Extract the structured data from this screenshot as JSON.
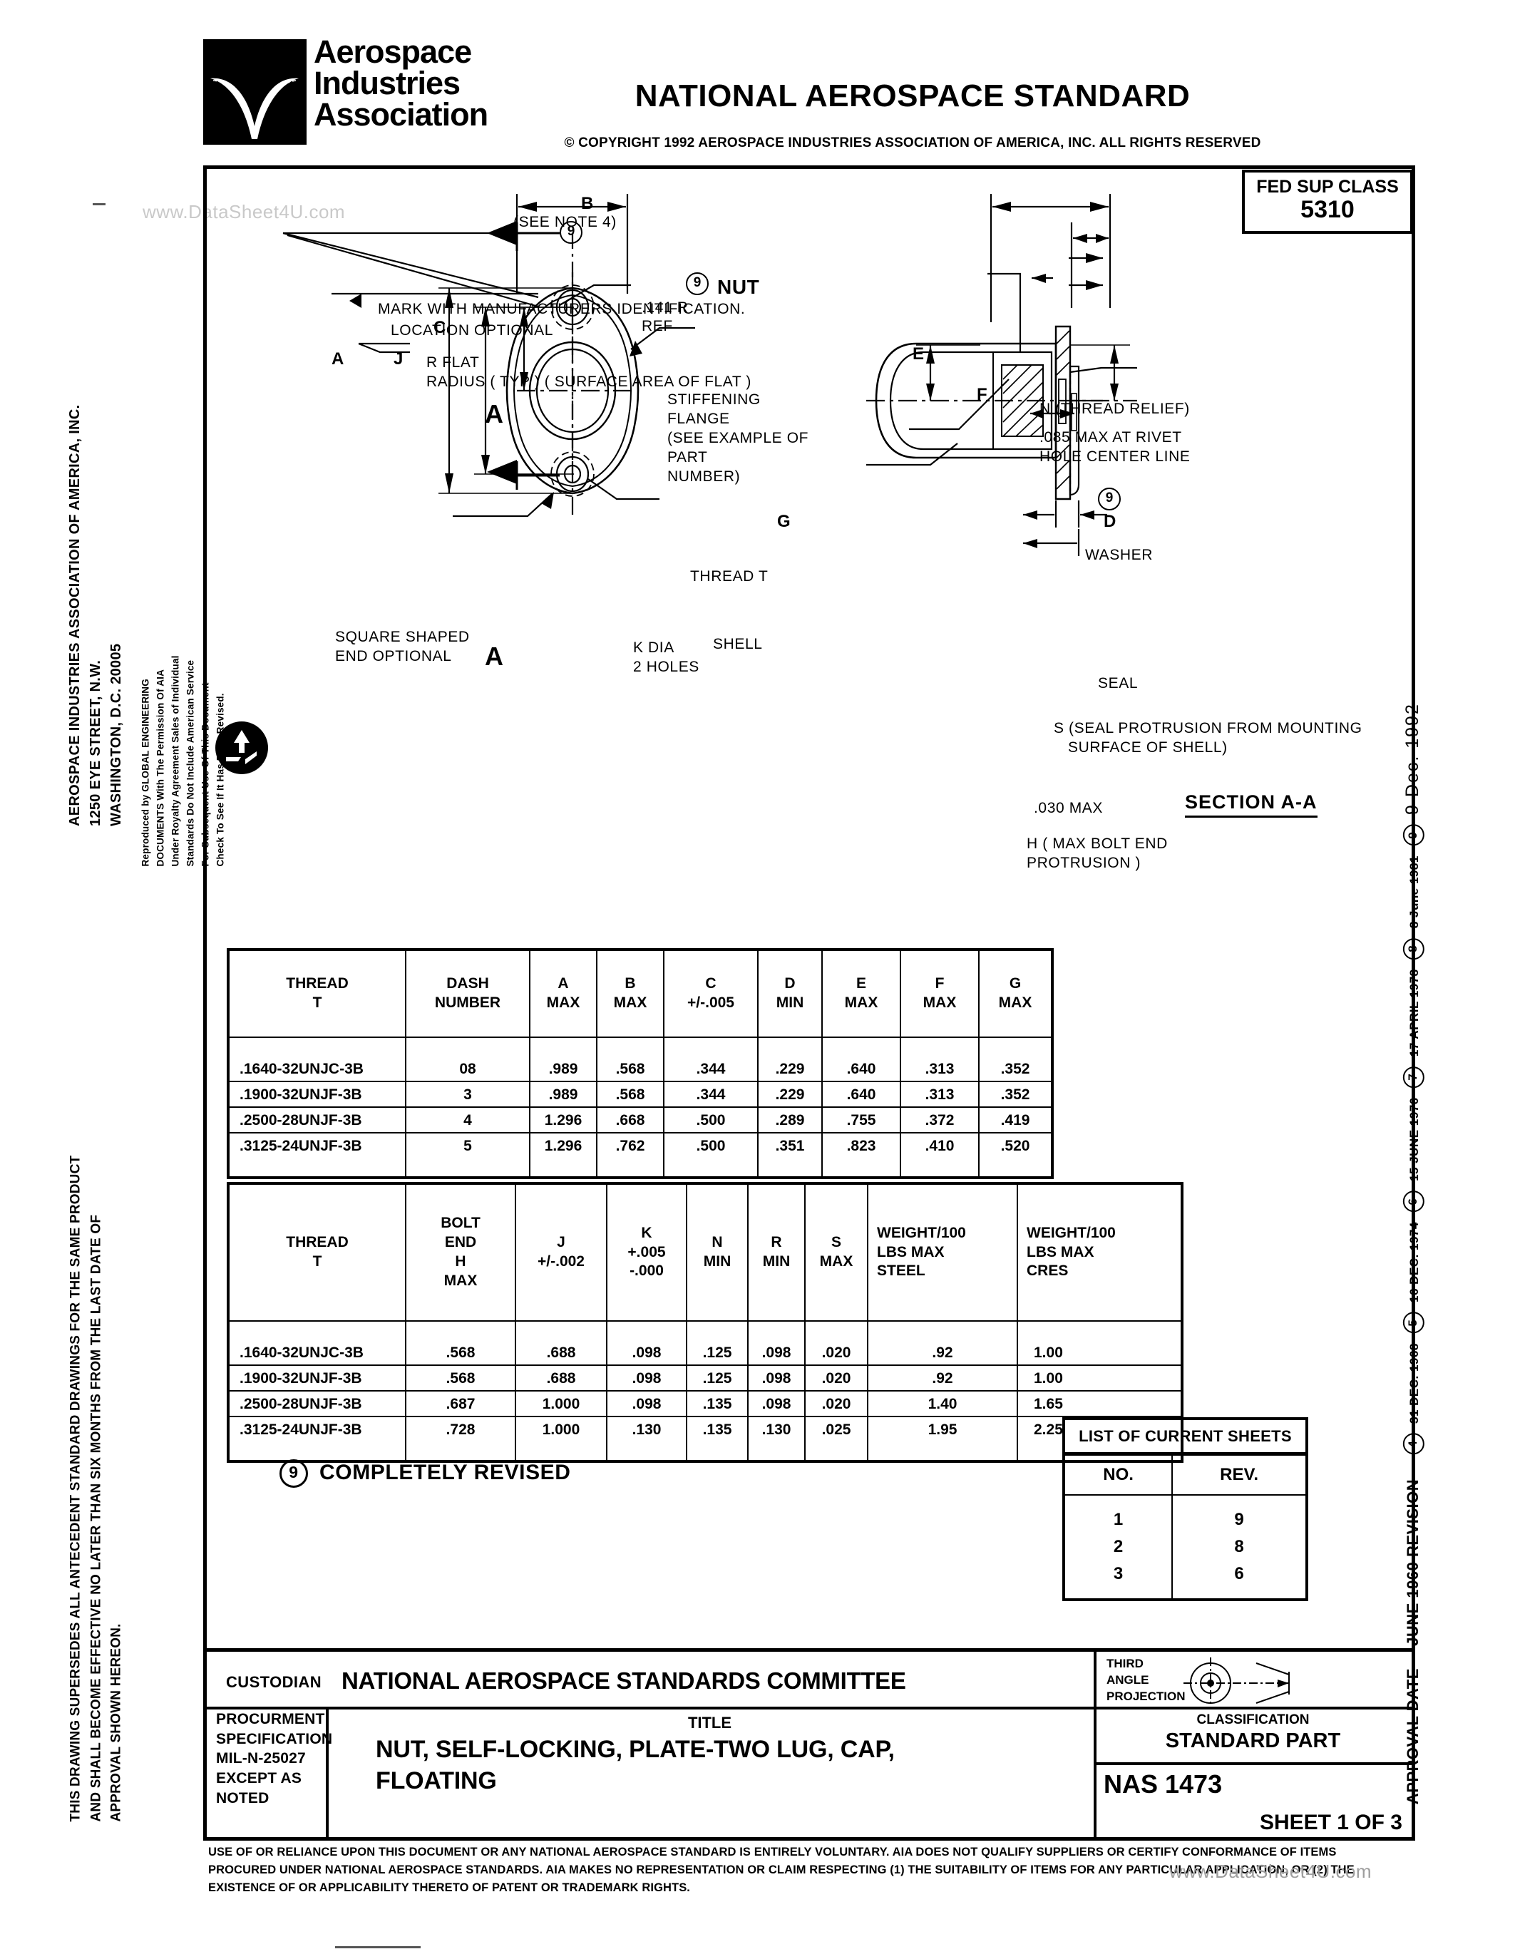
{
  "header": {
    "logo_lines": [
      "Aerospace",
      "Industries",
      "Association"
    ],
    "title": "NATIONAL AEROSPACE STANDARD",
    "copyright": "COPYRIGHT 1992 AEROSPACE INDUSTRIES ASSOCIATION OF AMERICA, INC. ALL RIGHTS RESERVED",
    "copyright_symbol": "©",
    "fed_sup": {
      "label": "FED SUP CLASS",
      "value": "5310"
    }
  },
  "left_margin": {
    "address": [
      "AEROSPACE INDUSTRIES ASSOCIATION OF AMERICA, INC.",
      "1250 EYE STREET, N.W.",
      "WASHINGTON, D.C. 20005"
    ],
    "reproduction_note": [
      "Reproduced by GLOBAL ENGINEERING",
      "DOCUMENTS With The Permission Of AIA",
      "Under Royalty Agreement Sales of Individual",
      "Standards Do Not Include American Service",
      "For Subsequent Use Of This Document",
      "Check To See If It Has Been Revised."
    ],
    "supersede_note": [
      "THIS DRAWING SUPERSEDES ALL ANTECEDENT STANDARD DRAWINGS FOR THE SAME PRODUCT",
      "AND SHALL BECOME EFFECTIVE NO LATER THAN SIX MONTHS FROM THE LAST DATE OF",
      "APPROVAL SHOWN HEREON."
    ]
  },
  "right_margin": {
    "approval_label": "APPROVAL DATE",
    "base_revision": "JUNE 1960 REVISION",
    "revisions": [
      {
        "num": "4",
        "date": "31 DEC. 1968"
      },
      {
        "num": "5",
        "date": "16 DEC. 1974"
      },
      {
        "num": "6",
        "date": "15 JUNE 1976"
      },
      {
        "num": "7",
        "date": "17 APRIL 1978"
      },
      {
        "num": "8",
        "date": "8 June 1981"
      },
      {
        "num": "9",
        "date": "9 Dec. 1992"
      }
    ]
  },
  "drawing": {
    "labels": [
      "MARK WITH MANUFACTURERS IDENTIFICATION.",
      "LOCATION OPTIONAL",
      "R FLAT",
      "RADIUS ( TYP ) ( SURFACE AREA OF FLAT )",
      "(SEE NOTE 4)",
      ".141 R",
      "REF",
      "NUT",
      "STIFFENING",
      "FLANGE",
      "(SEE EXAMPLE OF",
      "PART",
      "NUMBER)",
      "THREAD T",
      "SHELL",
      "SQUARE SHAPED",
      "END OPTIONAL",
      "K DIA",
      "2 HOLES",
      "N (THREAD RELIEF)",
      ".085 MAX AT RIVET",
      "HOLE CENTER LINE",
      "WASHER",
      "SEAL",
      "S (SEAL PROTRUSION FROM MOUNTING",
      "SURFACE OF SHELL)",
      ".030 MAX",
      "SECTION A-A",
      "H ( MAX  BOLT END",
      "PROTRUSION )"
    ],
    "dimension_letters": [
      "A",
      "B",
      "C",
      "D",
      "E",
      "F",
      "G",
      "J",
      "A",
      "A"
    ],
    "section_mark": "A",
    "revision_balloon": "9"
  },
  "table1": {
    "headers": [
      [
        "THREAD",
        "T"
      ],
      [
        "DASH",
        "NUMBER"
      ],
      [
        "A",
        "MAX"
      ],
      [
        "B",
        "MAX"
      ],
      [
        "C",
        "+/-.005"
      ],
      [
        "D",
        "MIN"
      ],
      [
        "E",
        "MAX"
      ],
      [
        "F",
        "MAX"
      ],
      [
        "G",
        "MAX"
      ]
    ],
    "rows": [
      [
        ".1640-32UNJC-3B",
        "08",
        ".989",
        ".568",
        ".344",
        ".229",
        ".640",
        ".313",
        ".352"
      ],
      [
        ".1900-32UNJF-3B",
        "3",
        ".989",
        ".568",
        ".344",
        ".229",
        ".640",
        ".313",
        ".352"
      ],
      [
        ".2500-28UNJF-3B",
        "4",
        "1.296",
        ".668",
        ".500",
        ".289",
        ".755",
        ".372",
        ".419"
      ],
      [
        ".3125-24UNJF-3B",
        "5",
        "1.296",
        ".762",
        ".500",
        ".351",
        ".823",
        ".410",
        ".520"
      ]
    ]
  },
  "table2": {
    "headers": [
      [
        "THREAD",
        "T"
      ],
      [
        "BOLT",
        "END",
        "H",
        "MAX"
      ],
      [
        "J",
        "+/-.002"
      ],
      [
        "K",
        "+.005",
        "-.000"
      ],
      [
        "N",
        "MIN"
      ],
      [
        "R",
        "MIN"
      ],
      [
        "S",
        "MAX"
      ],
      [
        "WEIGHT/100",
        "LBS MAX",
        "STEEL"
      ],
      [
        "WEIGHT/100",
        "LBS MAX",
        "CRES"
      ]
    ],
    "rows": [
      [
        ".1640-32UNJC-3B",
        ".568",
        ".688",
        ".098",
        ".125",
        ".098",
        ".020",
        ".92",
        "1.00"
      ],
      [
        ".1900-32UNJF-3B",
        ".568",
        ".688",
        ".098",
        ".125",
        ".098",
        ".020",
        ".92",
        "1.00"
      ],
      [
        ".2500-28UNJF-3B",
        ".687",
        "1.000",
        ".098",
        ".135",
        ".098",
        ".020",
        "1.40",
        "1.65"
      ],
      [
        ".3125-24UNJF-3B",
        ".728",
        "1.000",
        ".130",
        ".135",
        ".130",
        ".025",
        "1.95",
        "2.25"
      ]
    ]
  },
  "sheets_list": {
    "title": "LIST OF CURRENT SHEETS",
    "col_no": "NO.",
    "col_rev": "REV.",
    "rows": [
      {
        "no": "1",
        "rev": "9"
      },
      {
        "no": "2",
        "rev": "8"
      },
      {
        "no": "3",
        "rev": "6"
      }
    ]
  },
  "revised_note": {
    "balloon": "9",
    "text": "COMPLETELY REVISED"
  },
  "title_block": {
    "custodian_label": "CUSTODIAN",
    "custodian_value": "NATIONAL AEROSPACE STANDARDS COMMITTEE",
    "projection_label": [
      "THIRD",
      "ANGLE",
      "PROJECTION"
    ],
    "procurement": [
      "PROCURMENT",
      "SPECIFICATION",
      "MIL-N-25027",
      "EXCEPT AS",
      "NOTED"
    ],
    "title_label": "TITLE",
    "title_value_line1": "NUT, SELF-LOCKING, PLATE-TWO LUG, CAP,",
    "title_value_line2": "FLOATING",
    "classification_label": "CLASSIFICATION",
    "classification_value": "STANDARD PART",
    "nas_number": "NAS 1473",
    "sheet": "SHEET 1 OF 3"
  },
  "disclaimer": [
    "USE OF OR RELIANCE UPON THIS DOCUMENT OR ANY NATIONAL AEROSPACE STANDARD IS ENTIRELY VOLUNTARY.  AIA DOES NOT QUALIFY SUPPLIERS OR CERTIFY CONFORMANCE OF ITEMS",
    "PROCURED UNDER NATIONAL AEROSPACE STANDARDS.   AIA MAKES NO REPRESENTATION OR CLAIM RESPECTING (1) THE SUITABILITY OF ITEMS FOR ANY PARTICULAR APPLICATION, OR (2) THE",
    "EXISTENCE OF OR APPLICABILITY THERETO OF PATENT OR TRADEMARK RIGHTS."
  ],
  "watermarks": [
    "www.DataSheet4U.com",
    "www.DataSheet4U.com"
  ]
}
